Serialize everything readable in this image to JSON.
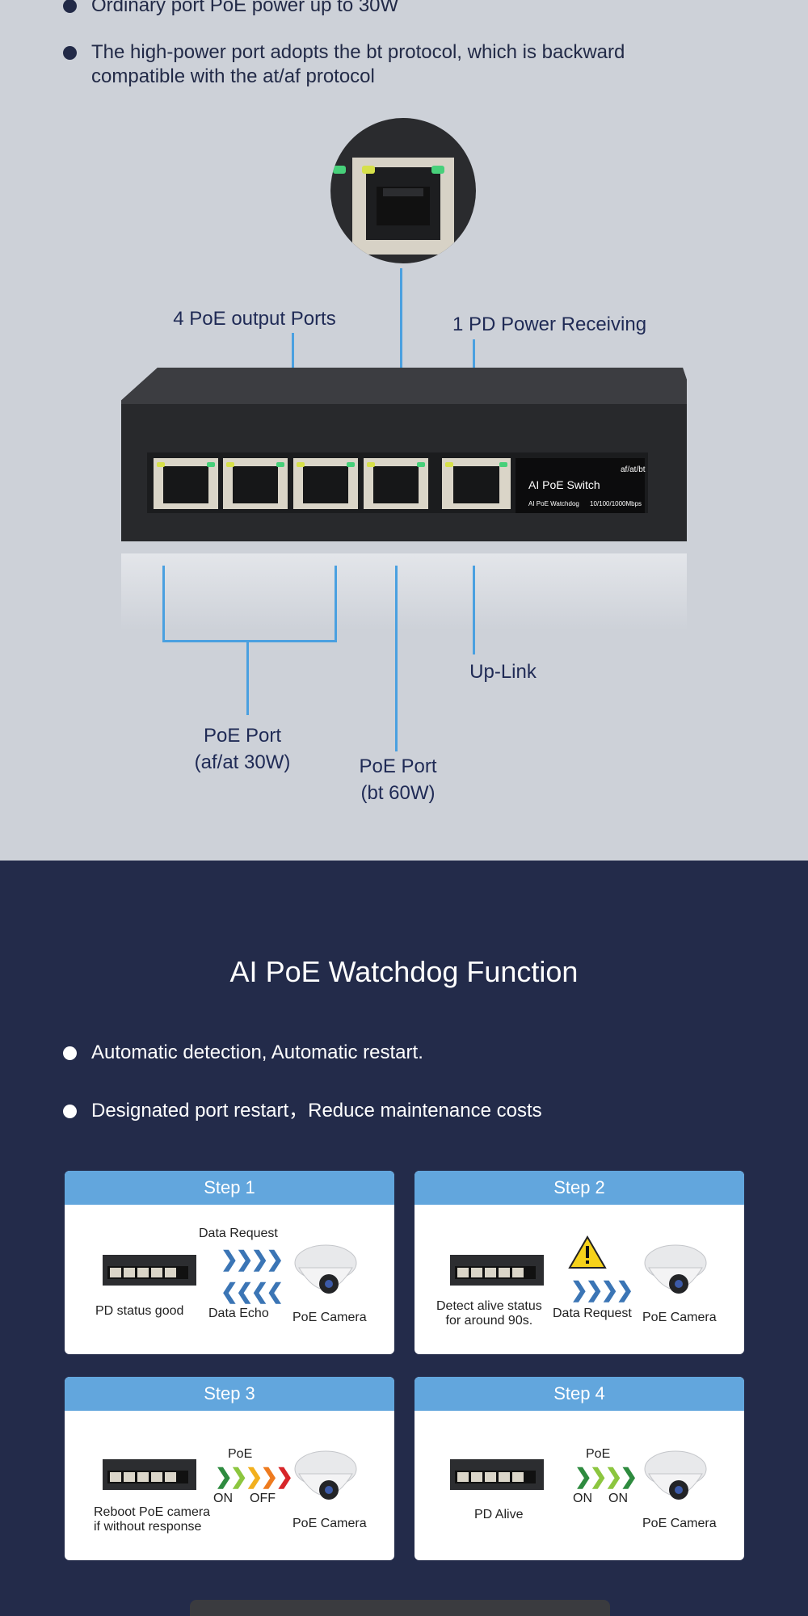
{
  "features_top": [
    "Ordinary port PoE power up to 30W",
    "The high-power port adopts the bt protocol, which is backward compatible with the at/af protocol"
  ],
  "diagram": {
    "label_output_ports": "4 PoE output Ports",
    "label_pd_receiving": "1 PD Power Receiving",
    "label_uplink": "Up-Link",
    "label_poe_port_af_1": "PoE Port",
    "label_poe_port_af_2": "(af/at 30W)",
    "label_poe_port_bt_1": "PoE Port",
    "label_poe_port_bt_2": "(bt 60W)",
    "device_badge": "af/at/bt",
    "device_title": "AI PoE Switch",
    "device_subtitle": "AI PoE Watchdog",
    "device_speed": "10/100/1000Mbps"
  },
  "watchdog": {
    "title": "AI PoE Watchdog Function",
    "features": [
      "Automatic detection, Automatic restart.",
      "Designated port restart，Reduce maintenance costs"
    ]
  },
  "steps": [
    {
      "title": "Step 1",
      "left_caption": "PD status good",
      "top_text": "Data Request",
      "bottom_text": "Data Echo",
      "right_caption": "PoE Camera"
    },
    {
      "title": "Step 2",
      "left_caption_1": "Detect alive status",
      "left_caption_2": "for around 90s.",
      "mid_text": "Data Request",
      "right_caption": "PoE Camera"
    },
    {
      "title": "Step 3",
      "left_caption_1": "Reboot PoE camera",
      "left_caption_2": "if without response",
      "poe": "PoE",
      "on": "ON",
      "off": "OFF",
      "right_caption": "PoE Camera"
    },
    {
      "title": "Step 4",
      "left_caption": "PD Alive",
      "poe": "PoE",
      "on1": "ON",
      "on2": "ON",
      "right_caption": "PoE Camera"
    }
  ],
  "colors": {
    "top_bg": "#cdd1d8",
    "bottom_bg": "#232b4a",
    "accent_blue": "#62a6dd",
    "line_blue": "#4aa0e0",
    "dark_text": "#222a47"
  }
}
